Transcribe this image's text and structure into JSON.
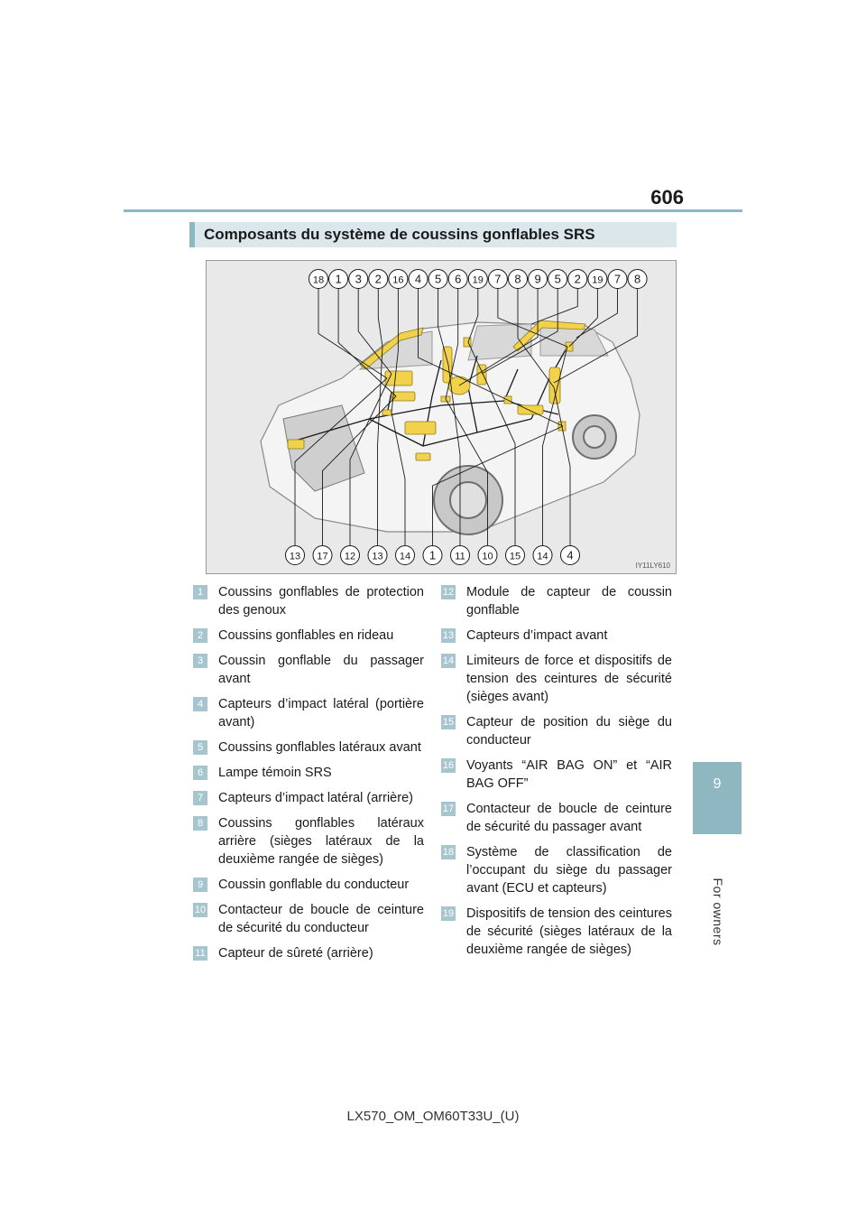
{
  "page": {
    "number": "606",
    "chapter_number": "9",
    "chapter_label": "For owners",
    "footer": "LX570_OM_OM60T33U_(U)"
  },
  "section": {
    "title": "Composants du système de coussins gonflables SRS"
  },
  "figure": {
    "code": "IY11LY610",
    "top_callouts": [
      "18",
      "1",
      "3",
      "2",
      "16",
      "4",
      "5",
      "6",
      "19",
      "7",
      "8",
      "9",
      "5",
      "2",
      "19",
      "7",
      "8"
    ],
    "bottom_callouts": [
      "13",
      "17",
      "12",
      "13",
      "14",
      "1",
      "11",
      "10",
      "15",
      "14",
      "4"
    ],
    "colors": {
      "component": "#f2d24b",
      "wire": "#1a1a1a",
      "callout_fill": "#ffffff"
    }
  },
  "legend": {
    "left": [
      {
        "num": "1",
        "text": "Coussins gonflables de protection des genoux"
      },
      {
        "num": "2",
        "text": "Coussins gonflables en rideau"
      },
      {
        "num": "3",
        "text": "Coussin gonflable du passager avant"
      },
      {
        "num": "4",
        "text": "Capteurs d’impact latéral (portière avant)"
      },
      {
        "num": "5",
        "text": "Coussins gonflables latéraux avant"
      },
      {
        "num": "6",
        "text": "Lampe témoin SRS"
      },
      {
        "num": "7",
        "text": "Capteurs d’impact latéral (arrière)"
      },
      {
        "num": "8",
        "text": "Coussins gonflables latéraux arrière (sièges latéraux de la deuxième rangée de sièges)"
      },
      {
        "num": "9",
        "text": "Coussin gonflable du conducteur"
      },
      {
        "num": "10",
        "text": "Contacteur de boucle de ceinture de sécurité du conducteur"
      },
      {
        "num": "11",
        "text": "Capteur de sûreté (arrière)"
      }
    ],
    "right": [
      {
        "num": "12",
        "text": "Module de capteur de coussin gonflable"
      },
      {
        "num": "13",
        "text": "Capteurs d’impact avant"
      },
      {
        "num": "14",
        "text": "Limiteurs de force et dispositifs de tension des ceintures de sécurité (sièges avant)"
      },
      {
        "num": "15",
        "text": "Capteur de position du siège du conducteur"
      },
      {
        "num": "16",
        "text": "Voyants “AIR BAG ON” et “AIR BAG OFF”"
      },
      {
        "num": "17",
        "text": "Contacteur de boucle de ceinture de sécurité du passager avant"
      },
      {
        "num": "18",
        "text": "Système de classification de l’occupant du siège du passager avant (ECU et capteurs)"
      },
      {
        "num": "19",
        "text": "Dispositifs de tension des ceintures de sécurité (sièges latéraux de la deuxième rangée de sièges)"
      }
    ]
  }
}
